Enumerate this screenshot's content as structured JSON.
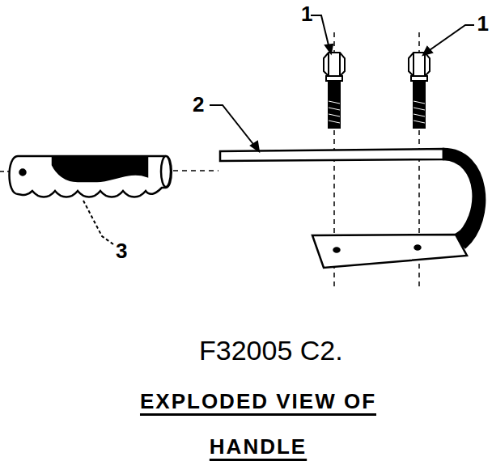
{
  "diagram": {
    "caption": "EXPLODED VIEW OF HANDLE",
    "labels": [
      "1",
      "1",
      "2",
      "3",
      "F32005 C2."
    ]
  }
}
